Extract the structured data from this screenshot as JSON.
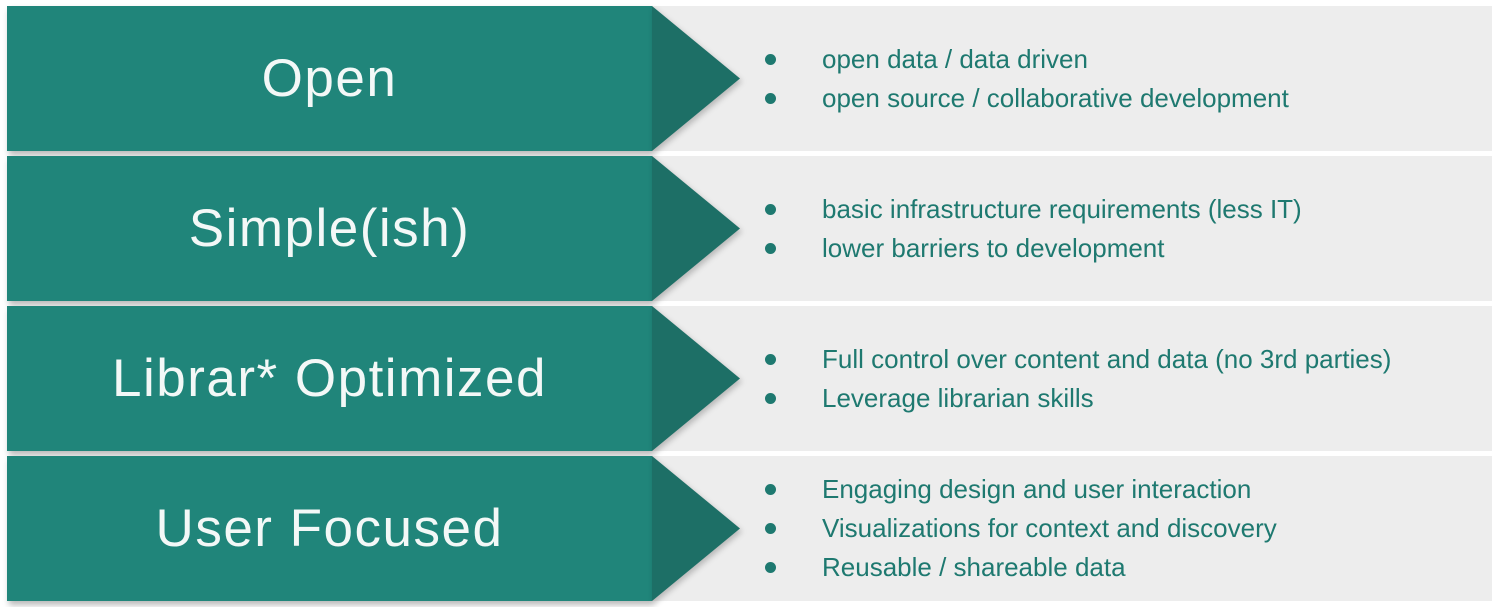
{
  "colors": {
    "banner_body": "#20857A",
    "banner_arrowhead": "#1D6F66",
    "bullet_panel": "#EDEDED",
    "bullet_text": "#1E7970",
    "banner_text": "#F3F8F7",
    "page_background": "#FFFFFF"
  },
  "rows": [
    {
      "label": "Open",
      "bullets": [
        "open data / data driven",
        "open source / collaborative development"
      ]
    },
    {
      "label": "Simple(ish)",
      "bullets": [
        "basic infrastructure requirements (less IT)",
        "lower barriers to development"
      ]
    },
    {
      "label": "Librar* Optimized",
      "bullets": [
        "Full control over content and data (no 3rd parties)",
        "Leverage librarian skills"
      ]
    },
    {
      "label": "User Focused",
      "bullets": [
        "Engaging design and user interaction",
        "Visualizations for context and discovery",
        "Reusable / shareable data"
      ]
    }
  ]
}
